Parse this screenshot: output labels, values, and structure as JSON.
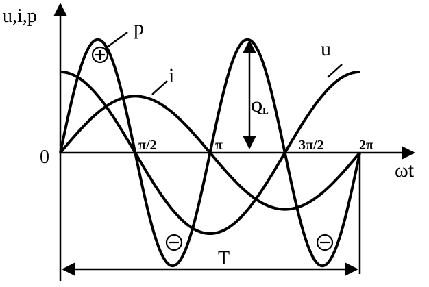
{
  "labels": {
    "y_axis": "u,i,p",
    "x_axis": "ωt",
    "origin": "0",
    "curve_p": "p",
    "curve_i": "i",
    "curve_u": "u",
    "QL_main": "Q",
    "QL_sub": "L",
    "period": "T",
    "positive_sign": "+",
    "negative_sign": "−"
  },
  "ticks": [
    "π/2",
    "π",
    "3π/2",
    "2π"
  ],
  "chart_data": {
    "type": "line",
    "x_unit": "rad",
    "x_range": [
      0,
      6.2832
    ],
    "series": [
      {
        "name": "u",
        "function": "cos(ωt)",
        "amplitude": 1.0
      },
      {
        "name": "i",
        "function": "sin(ωt)",
        "amplitude": 0.7
      },
      {
        "name": "p",
        "function": "sin(2ωt)",
        "amplitude": 1.4
      }
    ]
  }
}
